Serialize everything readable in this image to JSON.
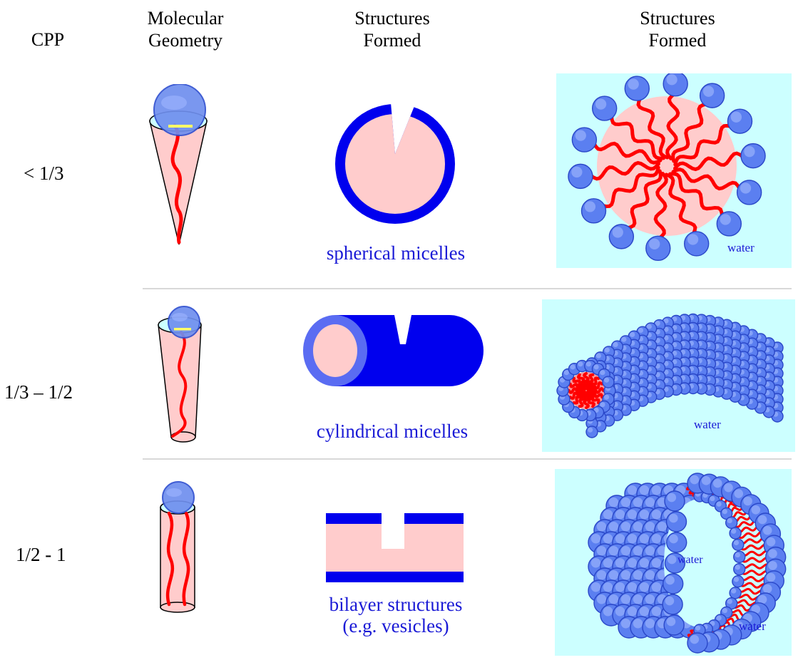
{
  "headers": {
    "cpp": "CPP",
    "geometry_line1": "Molecular",
    "geometry_line2": "Geometry",
    "structures_line1": "Structures",
    "structures_line2": "Formed",
    "structures2_line1": "Structures",
    "structures2_line2": "Formed"
  },
  "rows": [
    {
      "cpp": "< 1/3",
      "caption_line1": "spherical micelles",
      "caption_line2": ""
    },
    {
      "cpp": "1/3 – 1/2",
      "caption_line1": "cylindrical micelles",
      "caption_line2": ""
    },
    {
      "cpp": "1/2 - 1",
      "caption_line1": "bilayer structures",
      "caption_line2": "(e.g. vesicles)"
    }
  ],
  "water_label": "water",
  "colors": {
    "core": "#ffcccc",
    "shell": "#0000ee",
    "tail": "#ff0000",
    "head": "#6688ee",
    "panel": "#ccffff",
    "caption": "#1a1ad6"
  }
}
